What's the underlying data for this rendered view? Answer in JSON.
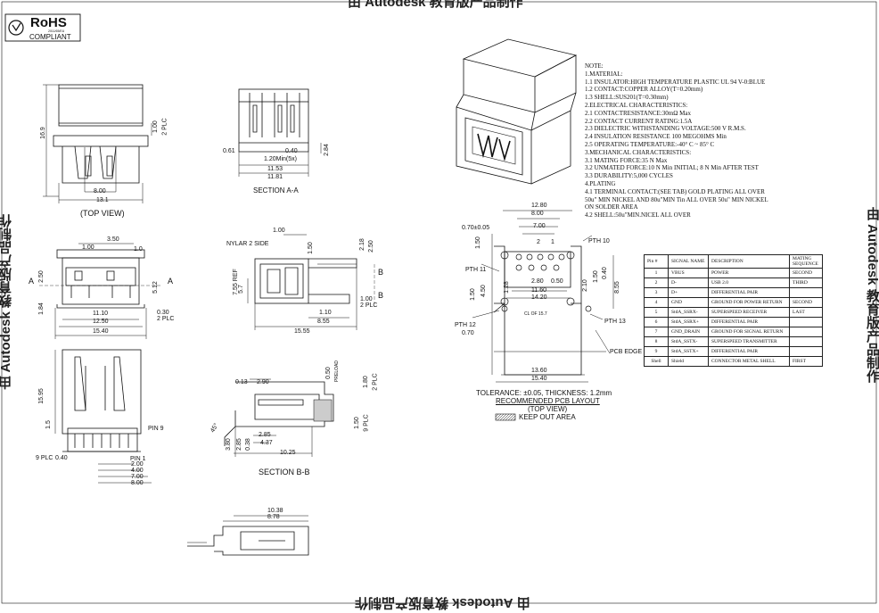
{
  "watermark": {
    "top": "由 Autodesk 教育版产品制作",
    "left": "由 Autodesk 教育版产品制作",
    "right": "由 Autodesk 教育版产品制作",
    "bottom": "由 Autodesk 教育版产品制作"
  },
  "rohs": {
    "title": "RoHS",
    "sub": "COMPLIANT",
    "tiny": "2011/65/EU"
  },
  "top_view": {
    "label": "(TOP VIEW)",
    "dims": [
      "16.9",
      "1.00",
      "2 PLC",
      "8.00",
      "13.1"
    ]
  },
  "section_aa": {
    "label": "SECTION A-A",
    "dims": [
      "0.61",
      "0.40",
      "1.20Min(5x)",
      "11.53",
      "11.81",
      "2.84"
    ]
  },
  "front_view": {
    "dims": [
      "3.50",
      "1.00",
      "1.0",
      "2.50",
      "5.12",
      "1.84",
      "11.10",
      "12.50",
      "15.40",
      "0.30",
      "2 PLC"
    ],
    "markers": [
      "A",
      "A"
    ]
  },
  "side_view": {
    "dims": [
      "1.00",
      "NYLAR 2 SIDE",
      "1.50",
      "2.18",
      "2.50",
      "7.55 REF",
      "5.7",
      "1.00",
      "2 PLC",
      "1.10",
      "8.55",
      "15.55"
    ],
    "markers": [
      "B",
      "B"
    ]
  },
  "bottom_view": {
    "dims": [
      "15.95",
      "1.5",
      "PIN 9",
      "9 PLC",
      "0.40",
      "PIN 1"
    ],
    "pitch": [
      "2.00",
      "4.00",
      "7.00",
      "8.00"
    ]
  },
  "section_bb": {
    "label": "SECTION B-B",
    "dims": [
      "0.13",
      "2.90",
      "0.50",
      "PRELOAD",
      "1.80",
      "2 PLC",
      "1.50",
      "9 PLC",
      "45°",
      "3.80",
      "2.85",
      "0.38",
      "2.85",
      "4.37",
      "10.25"
    ]
  },
  "side_small": {
    "dims": [
      "10.38",
      "8.78"
    ]
  },
  "pcb_layout": {
    "dims": [
      "0.70±0.05",
      "12.80",
      "8.00",
      "7.00",
      "2",
      "1",
      "PTH 10",
      "PTH 11",
      "1.50",
      "1.50",
      "4.50",
      "1.28",
      "2.80",
      "0.50",
      "11.60",
      "14.20",
      "1.50",
      "0.40",
      "2.10",
      "8.55",
      "CL OF 15.7",
      "PTH 12",
      "0.70",
      "PTH 13",
      "PCB EDGE",
      "13.60",
      "15.40"
    ],
    "tolerance": "TOLERANCE: ±0.05, THICKNESS: 1.2mm",
    "title": "RECOMMENDED PCB LAYOUT",
    "subtitle": "(TOP VIEW)",
    "keepout": "KEEP OUT AREA"
  },
  "notes": [
    "NOTE:",
    "1.MATERIAL:",
    "  1.1 INSULATOR:HIGH TEMPERATURE PLASTIC UL 94 V-0:BLUE",
    "  1.2 CONTACT:COPPER ALLOY(T=0.20mm)",
    "  1.3 SHELL:SUS201(T=0.30mm)",
    "2.ELECTRICAL CHARACTERISTICS:",
    "  2.1 CONTACTRESISTANCE:30mΩ Max",
    "  2.2 CONTACT CURRENT RATING:1.5A",
    "  2.3 DIELECTRIC WITHSTANDING VOLTAGE:500 V R.M.S.",
    "  2.4 INSULATION RESISTANCE 100 MEGOHMS Min",
    "  2.5 OPERATING TEMPERATURE:-40° C ~ 85° C",
    "3.MECHANICAL CHARACTERISTICS:",
    "  3.1 MATING FORCE:35 N Max",
    "  3.2 UNMATED FORCE:10 N Min INITIAL; 8 N Min AFTER TEST",
    "  3.3 DURABILITY:5,000 CYCLES",
    "4.PLATING",
    "  4.1 TERMINAL CONTACT:(SEE TAB) GOLD PLATING ALL OVER",
    "50u\" MIN NICKEL AND 80u\"MIN Tin ALL OVER 50u\" MIN NICKEL",
    "ON SOLDER AREA",
    "  4.2 SHELL:50u\"MIN.NICEL ALL OVER"
  ],
  "pin_table": {
    "headers": [
      "Pin #",
      "SIGNAL NAME",
      "DESCRIPTION",
      "MATING SEQUENCE"
    ],
    "rows": [
      [
        "1",
        "VBUS",
        "POWER",
        "SECOND"
      ],
      [
        "2",
        "D-",
        "USB 2.0",
        "THIRD"
      ],
      [
        "3",
        "D+",
        "DIFFERENTIAL PAIR",
        ""
      ],
      [
        "4",
        "GND",
        "GROUND FOR POWER RETURN",
        "SECOND"
      ],
      [
        "5",
        "StdA_SSRX-",
        "SUPERSPEED RECEIVER",
        "LAST"
      ],
      [
        "6",
        "StdA_SSRX+",
        "DIFFERENTIAL PAIR",
        ""
      ],
      [
        "7",
        "GND_DRAIN",
        "GROUND FOR SIGNAL RETURN",
        ""
      ],
      [
        "8",
        "StdA_SSTX-",
        "SUPERSPEED TRANSMITTER",
        ""
      ],
      [
        "9",
        "StdA_SSTX+",
        "DIFFERENTIAL PAIR",
        ""
      ],
      [
        "Shell",
        "Shield",
        "CONNECTOR METAL SHELL",
        "FIRST"
      ]
    ]
  }
}
